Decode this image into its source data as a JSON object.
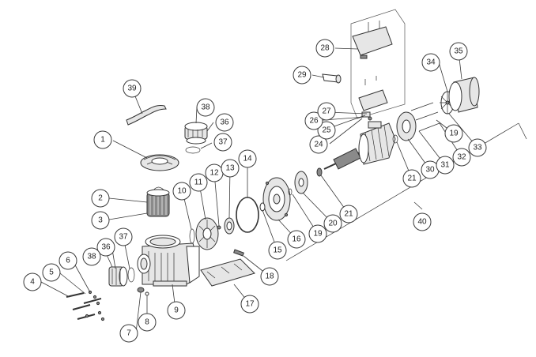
{
  "diagram": {
    "callouts": [
      {
        "id": "c1",
        "label": "1"
      },
      {
        "id": "c2",
        "label": "2"
      },
      {
        "id": "c3",
        "label": "3"
      },
      {
        "id": "c4",
        "label": "4"
      },
      {
        "id": "c5",
        "label": "5"
      },
      {
        "id": "c6",
        "label": "6"
      },
      {
        "id": "c7",
        "label": "7"
      },
      {
        "id": "c8",
        "label": "8"
      },
      {
        "id": "c9",
        "label": "9"
      },
      {
        "id": "c10",
        "label": "10"
      },
      {
        "id": "c11",
        "label": "11"
      },
      {
        "id": "c12",
        "label": "12"
      },
      {
        "id": "c13",
        "label": "13"
      },
      {
        "id": "c14",
        "label": "14"
      },
      {
        "id": "c15",
        "label": "15"
      },
      {
        "id": "c16",
        "label": "16"
      },
      {
        "id": "c17",
        "label": "17"
      },
      {
        "id": "c18",
        "label": "18"
      },
      {
        "id": "c19a",
        "label": "19"
      },
      {
        "id": "c19b",
        "label": "19"
      },
      {
        "id": "c20",
        "label": "20"
      },
      {
        "id": "c21a",
        "label": "21"
      },
      {
        "id": "c21b",
        "label": "21"
      },
      {
        "id": "c24",
        "label": "24"
      },
      {
        "id": "c25",
        "label": "25"
      },
      {
        "id": "c26",
        "label": "26"
      },
      {
        "id": "c27",
        "label": "27"
      },
      {
        "id": "c28",
        "label": "28"
      },
      {
        "id": "c29",
        "label": "29"
      },
      {
        "id": "c30",
        "label": "30"
      },
      {
        "id": "c31",
        "label": "31"
      },
      {
        "id": "c32",
        "label": "32"
      },
      {
        "id": "c33",
        "label": "33"
      },
      {
        "id": "c34",
        "label": "34"
      },
      {
        "id": "c35",
        "label": "35"
      },
      {
        "id": "c36a",
        "label": "36"
      },
      {
        "id": "c36b",
        "label": "36"
      },
      {
        "id": "c37a",
        "label": "37"
      },
      {
        "id": "c37b",
        "label": "37"
      },
      {
        "id": "c38a",
        "label": "38"
      },
      {
        "id": "c38b",
        "label": "38"
      },
      {
        "id": "c39",
        "label": "39"
      },
      {
        "id": "c40",
        "label": "40"
      }
    ]
  }
}
